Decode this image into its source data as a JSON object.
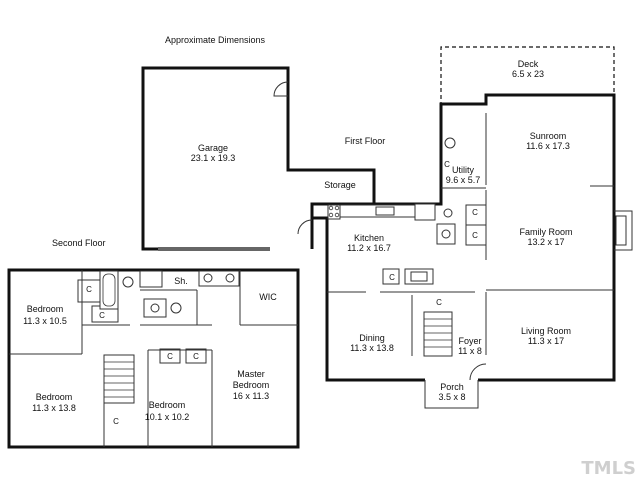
{
  "header": {
    "title": "Approximate Dimensions"
  },
  "floors": {
    "first": "First Floor",
    "second": "Second Floor"
  },
  "rooms": {
    "deck": {
      "name": "Deck",
      "dims": "6.5 x 23"
    },
    "garage": {
      "name": "Garage",
      "dims": "23.1 x 19.3"
    },
    "storage": {
      "name": "Storage"
    },
    "sunroom": {
      "name": "Sunroom",
      "dims": "11.6 x 17.3"
    },
    "utility": {
      "name": "Utility",
      "dims": "9.6 x 5.7"
    },
    "kitchen": {
      "name": "Kitchen",
      "dims": "11.2 x 16.7"
    },
    "family": {
      "name": "Family Room",
      "dims": "13.2 x 17"
    },
    "dining": {
      "name": "Dining",
      "dims": "11.3 x 13.8"
    },
    "foyer": {
      "name": "Foyer",
      "dims": "11 x 8"
    },
    "living": {
      "name": "Living Room",
      "dims": "11.3 x 17"
    },
    "porch": {
      "name": "Porch",
      "dims": "3.5 x 8"
    },
    "bedroom_a": {
      "name": "Bedroom",
      "dims": "11.3 x 10.5"
    },
    "bedroom_b": {
      "name": "Bedroom",
      "dims": "11.3 x 13.8"
    },
    "bedroom_c": {
      "name": "Bedroom",
      "dims": "10.1 x 10.2"
    },
    "master": {
      "name": "Master",
      "name2": "Bedroom",
      "dims": "16 x 11.3"
    },
    "shower": {
      "name": "Sh."
    },
    "wic": {
      "name": "WIC"
    }
  },
  "closet_label": "C",
  "watermark": "TMLS"
}
